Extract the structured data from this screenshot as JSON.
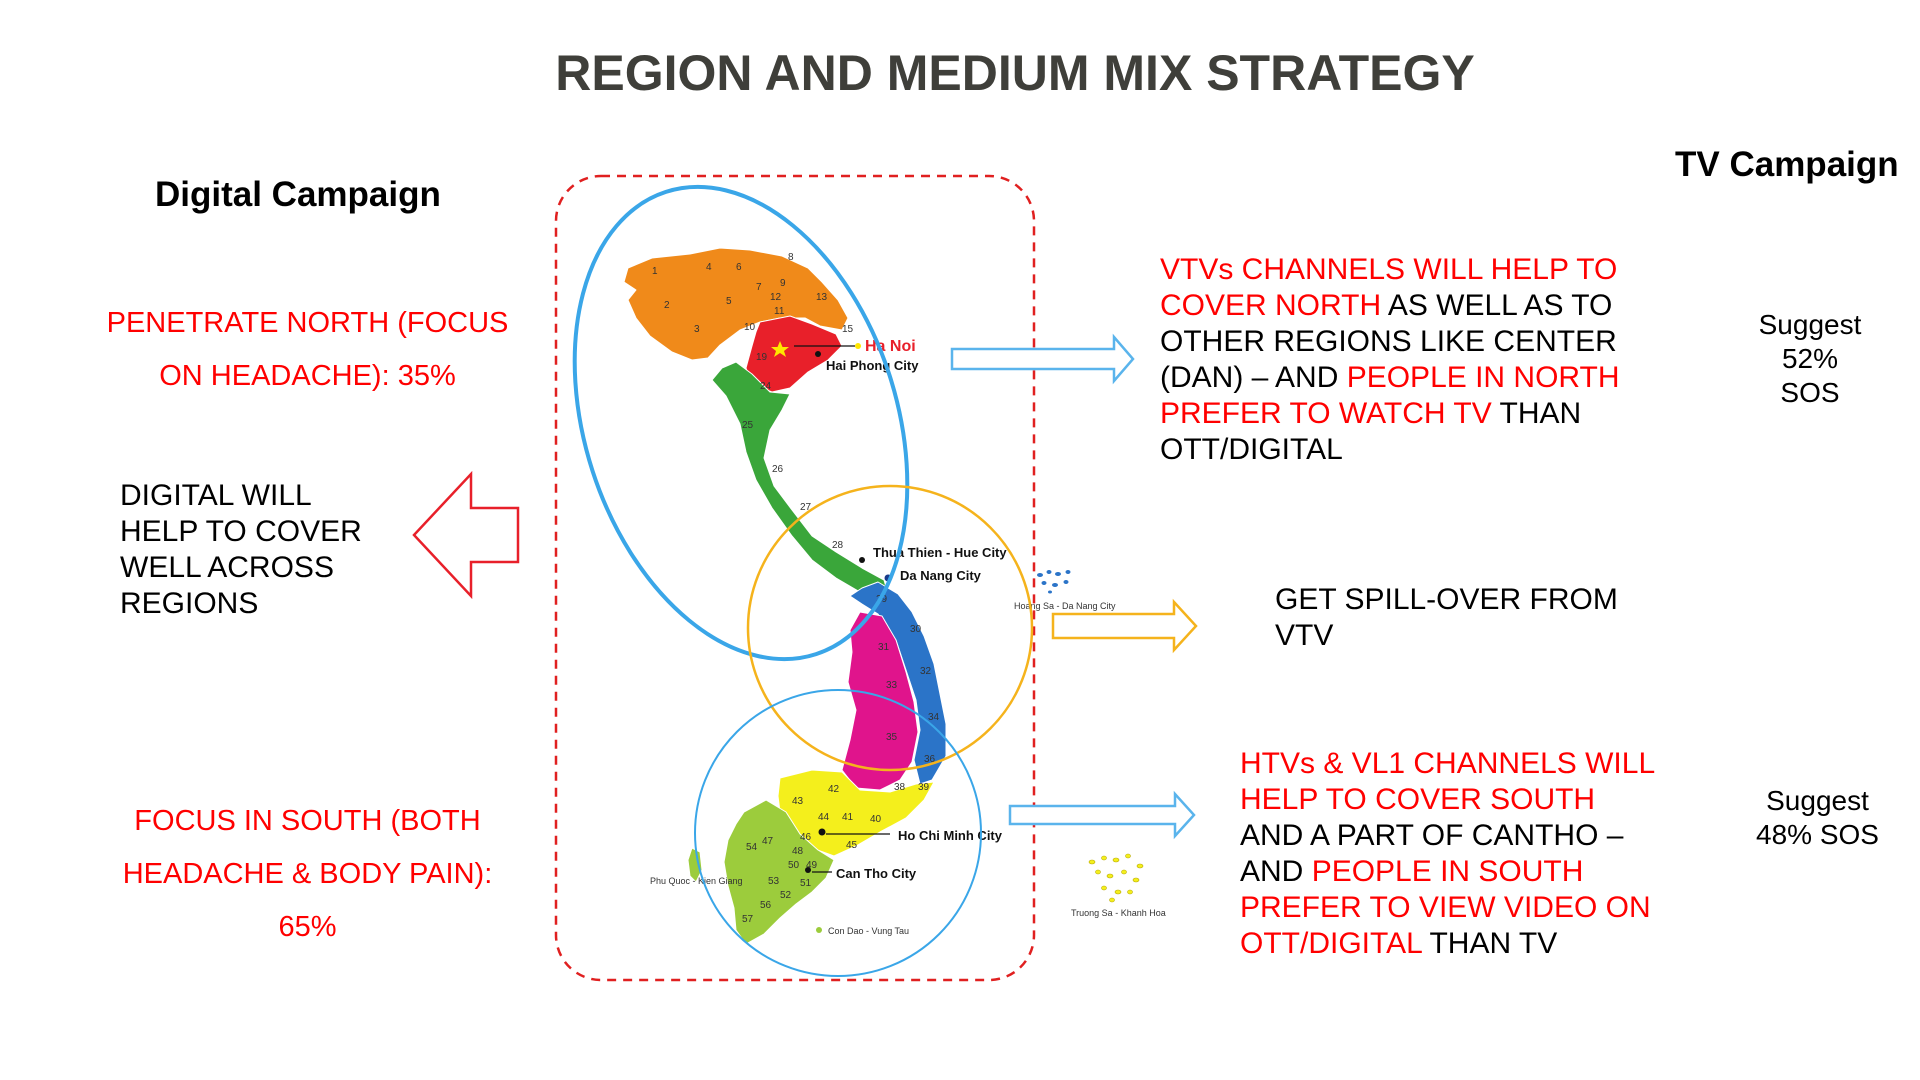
{
  "title": "REGION AND MEDIUM MIX STRATEGY",
  "digital": {
    "heading": "Digital Campaign",
    "north_text": [
      "PENETRATE NORTH (FOCUS",
      "ON HEADACHE): 35%"
    ],
    "cover_text": [
      "DIGITAL WILL",
      "HELP TO COVER",
      "WELL ACROSS",
      "REGIONS"
    ],
    "south_text": [
      "FOCUS IN SOUTH (BOTH",
      "HEADACHE & BODY PAIN):",
      "65%"
    ]
  },
  "tv": {
    "heading": "TV Campaign",
    "vtv": {
      "red1": "VTVs CHANNELS WILL HELP TO",
      "red2": "COVER NORTH",
      "black2": " AS WELL AS TO",
      "line3": "OTHER REGIONS LIKE CENTER",
      "black4": "(DAN) – AND ",
      "red4": "PEOPLE IN NORTH",
      "red5": "PREFER TO WATCH TV",
      "black5": " THAN",
      "line6": "OTT/DIGITAL"
    },
    "spill": [
      "GET SPILL-OVER FROM",
      "VTV"
    ],
    "htv": {
      "red1": "HTVs & VL1 CHANNELS WILL",
      "red2": "HELP TO COVER SOUTH",
      "line3": "AND A PART OF CANTHO –",
      "black4": "AND ",
      "red4": "PEOPLE IN SOUTH",
      "red5": "PREFER TO VIEW VIDEO ON",
      "red6": "OTT/DIGITAL",
      "black6": " THAN TV"
    },
    "suggest_north": [
      "Suggest",
      "52%",
      "SOS"
    ],
    "suggest_south": [
      "Suggest",
      "48% SOS"
    ]
  },
  "map": {
    "cities": {
      "hanoi": "Ha Noi",
      "haiphong": "Hai Phong City",
      "hue": "Thua Thien - Hue City",
      "danang": "Da Nang City",
      "hcm": "Ho Chi Minh City",
      "cantho": "Can Tho City"
    },
    "islands": {
      "hoangsa": "Hoang Sa - Da Nang City",
      "truongsa": "Truong Sa - Khanh Hoa",
      "phuquoc": "Phu Quoc - Kien Giang",
      "condao": "Con Dao - Vung Tau"
    },
    "province_numbers": [
      "1",
      "2",
      "3",
      "4",
      "5",
      "6",
      "7",
      "8",
      "9",
      "10",
      "11",
      "12",
      "13",
      "15",
      "19",
      "24",
      "25",
      "26",
      "27",
      "28",
      "29",
      "30",
      "31",
      "32",
      "33",
      "34",
      "35",
      "36",
      "38",
      "39",
      "40",
      "41",
      "42",
      "43",
      "44",
      "45",
      "46",
      "47",
      "48",
      "49",
      "50",
      "51",
      "52",
      "53",
      "54",
      "56",
      "57"
    ],
    "colors": {
      "north": "#f08a1a",
      "delta": "#e8202a",
      "central_north": "#3aa63a",
      "central_coast": "#2b74c8",
      "highlands": "#e0148c",
      "southeast": "#f4ef1c",
      "mekong": "#9ccc3c"
    }
  },
  "colors": {
    "title": "#3f3f3a",
    "accent_red": "#ff0000",
    "blue_circle": "#3aa6e8",
    "orange_circle": "#f5b31c",
    "dashed_box": "#e02020",
    "arrow_blue": "#5ab4ec",
    "arrow_orange": "#f5b31c"
  }
}
